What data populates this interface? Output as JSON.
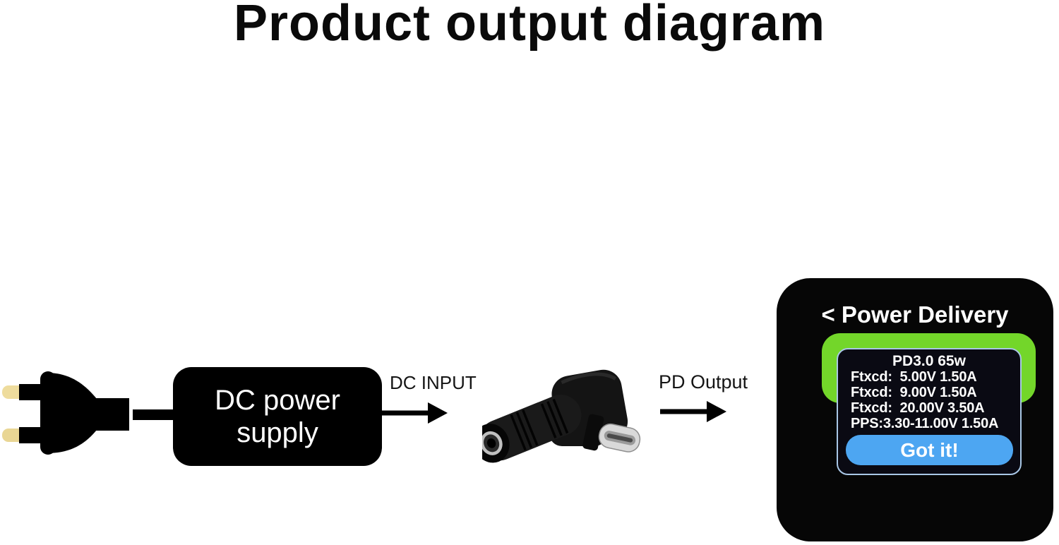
{
  "page": {
    "title": "Product output diagram"
  },
  "flow": {
    "dc_supply_line1": "DC power",
    "dc_supply_line2": "supply",
    "dc_input_label": "DC INPUT",
    "pd_output_label": "PD Output"
  },
  "device_screen": {
    "header": "< Power Delivery",
    "pd_mode_title": "PD3.0 65w",
    "output_lines": [
      "Ftxcd:  5.00V 1.50A",
      "Ftxcd:  9.00V 1.50A",
      "Ftxcd:  20.00V 3.50A",
      "PPS:3.30-11.00V 1.50A"
    ],
    "confirm_button": "Got it!"
  },
  "colors": {
    "highlight_green": "#73d62a",
    "button_blue": "#4da6f2",
    "screen_border": "#a9c7e6",
    "plug_pin_tan": "#eedc9d"
  },
  "icons": {
    "plug": "eu-power-plug-icon",
    "adapter": "dc-barrel-to-usbc-adapter",
    "arrow": "arrow-right-icon"
  }
}
